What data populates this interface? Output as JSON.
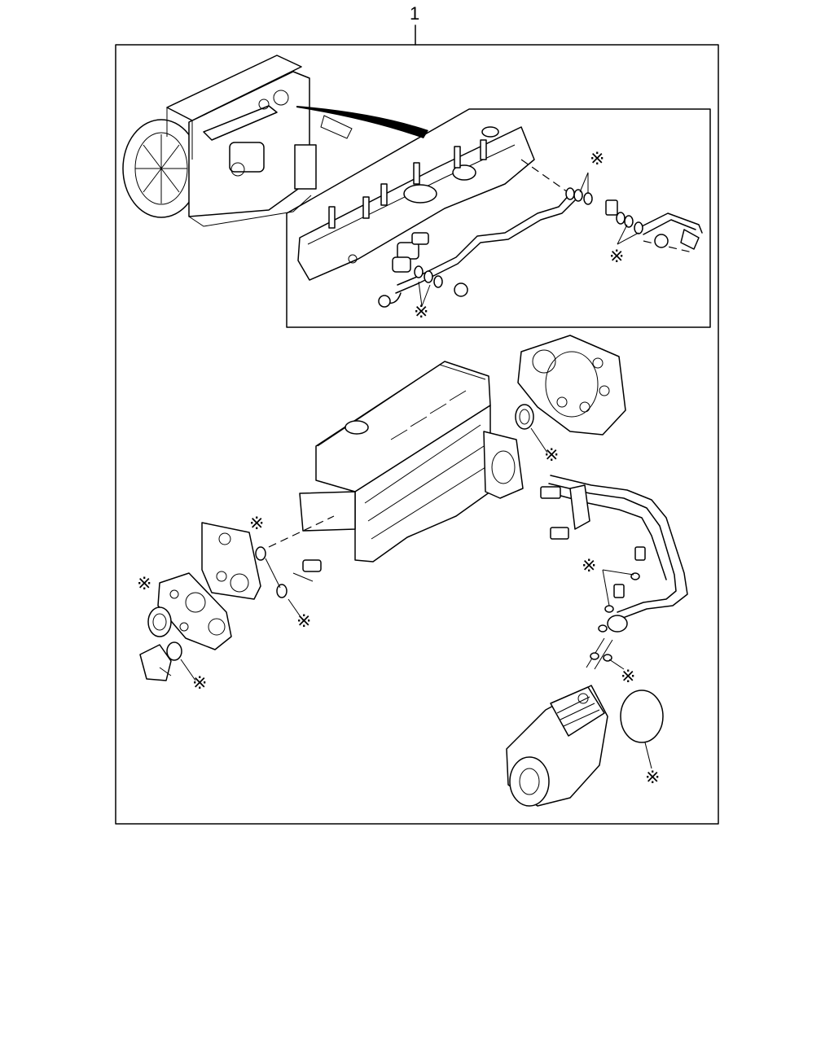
{
  "diagram": {
    "callout_item": "1",
    "marker_symbol": "※",
    "markers": [
      {
        "id": "m1"
      },
      {
        "id": "m2"
      },
      {
        "id": "m3"
      },
      {
        "id": "m4"
      },
      {
        "id": "m5"
      },
      {
        "id": "m6"
      },
      {
        "id": "m7"
      },
      {
        "id": "m8"
      },
      {
        "id": "m9"
      },
      {
        "id": "m10"
      },
      {
        "id": "m11"
      }
    ]
  }
}
